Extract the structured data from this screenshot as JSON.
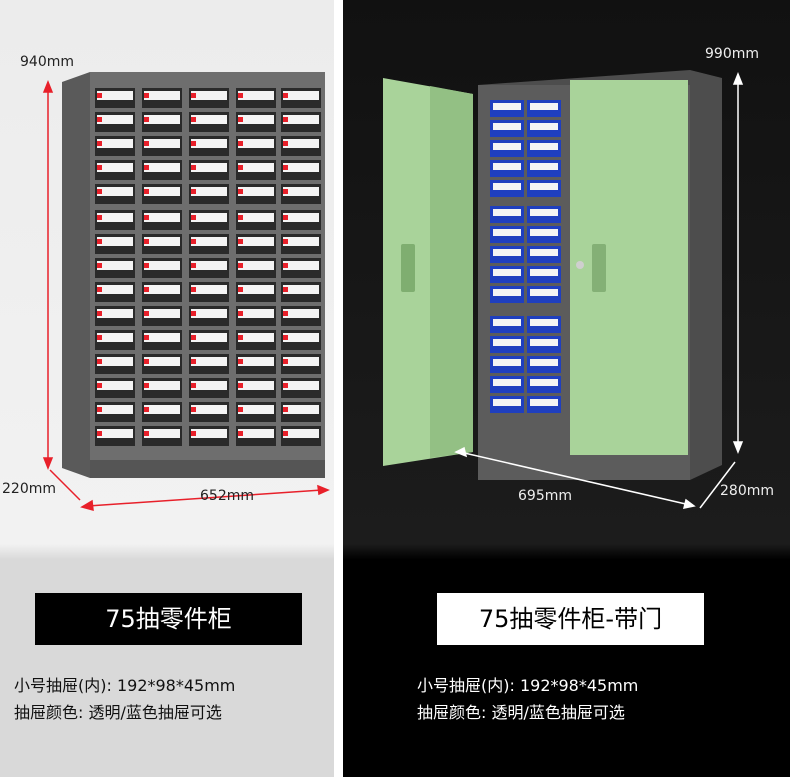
{
  "left": {
    "height_label": "940mm",
    "depth_label": "220mm",
    "width_label": "652mm",
    "title": "75抽零件柜",
    "spec_size": "小号抽屉(内): 192*98*45mm",
    "spec_color": "抽屉颜色: 透明/蓝色抽屉可选"
  },
  "right": {
    "height_label": "990mm",
    "width_label": "695mm",
    "depth_label": "280mm",
    "title": "75抽零件柜-带门",
    "spec_size": "小号抽屉(内): 192*98*45mm",
    "spec_color": "抽屉颜色: 透明/蓝色抽屉可选"
  },
  "colors": {
    "cabinet_grey": "#6e6e6e",
    "door_green": "#a9d39a",
    "drawer_blue": "#1f3fbf",
    "dimension_red": "#e8202a",
    "dimension_white": "#ffffff"
  }
}
